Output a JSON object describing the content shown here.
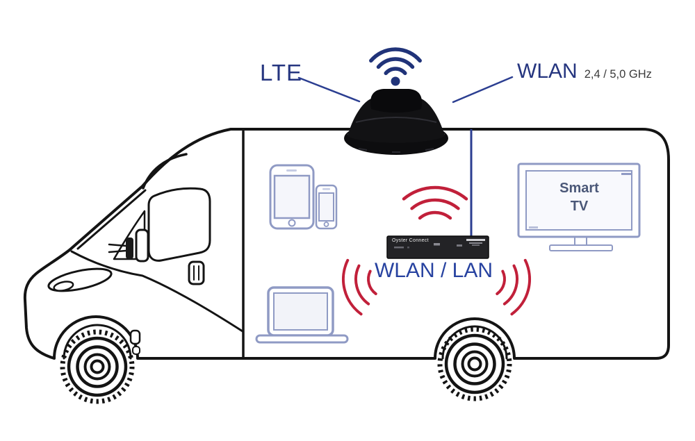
{
  "labels": {
    "lte": "LTE",
    "wlan": "WLAN",
    "wlan_freq": "2,4 / 5,0 GHz",
    "wlan_lan": "WLAN / LAN",
    "smart_tv_line1": "Smart",
    "smart_tv_line2": "TV",
    "router_name": "Oyster Connect"
  },
  "colors": {
    "label_blue": "#25357f",
    "wlan_lan_blue": "#2742a0",
    "signal_red": "#c1203a",
    "wifi_icon_navy": "#203379",
    "connection_line_blue": "#2b3e91",
    "van_outline_black": "#141414",
    "device_outline_blue_gray": "#8f9ac4",
    "router_body_black": "#232326",
    "tv_label_slate": "#4b5878"
  },
  "icons": {
    "wifi_signal_icon": "three concentric arcs with dot",
    "roof_antenna": "black dome antenna on roof",
    "red_signal_waves": "three red arcs (up, left, right groups)",
    "tablet_icon": "tablet outline",
    "smartphone_icon": "smartphone outline",
    "laptop_icon": "laptop outline",
    "smart_tv_icon": "flat TV outline with stand",
    "router_device": "black router box"
  }
}
